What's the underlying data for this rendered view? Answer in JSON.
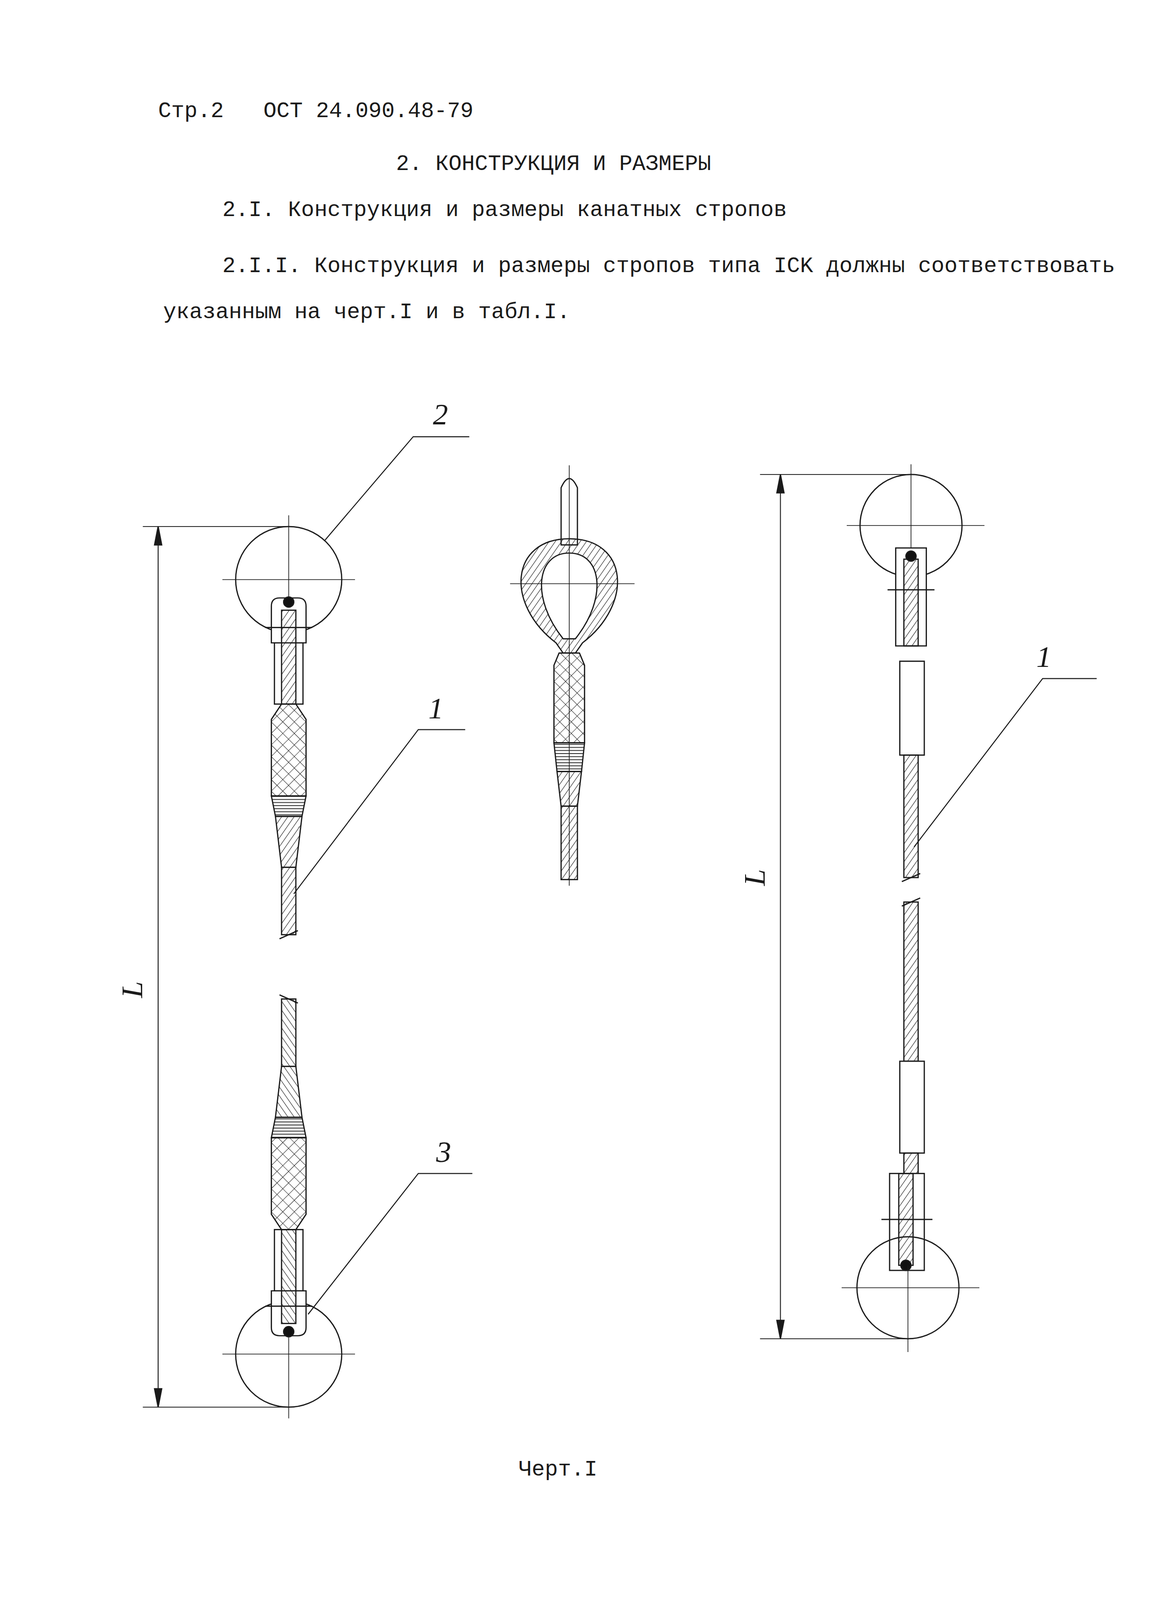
{
  "diagram": {
    "title": "2. КОНСТРУКЦИЯ И РАЗМЕРЫ",
    "caption": "Черт.I",
    "labels": [
      "Стр.2",
      "ОСТ 24.090.48-79",
      "2.I. Конструкция и размеры канатных стропов",
      "2.I.I. Конструкция и размеры стропов типа ICK должны соответствовать указанным на черт.I и в табл.I.",
      "2",
      "1",
      "3",
      "1",
      "L",
      "L"
    ]
  }
}
